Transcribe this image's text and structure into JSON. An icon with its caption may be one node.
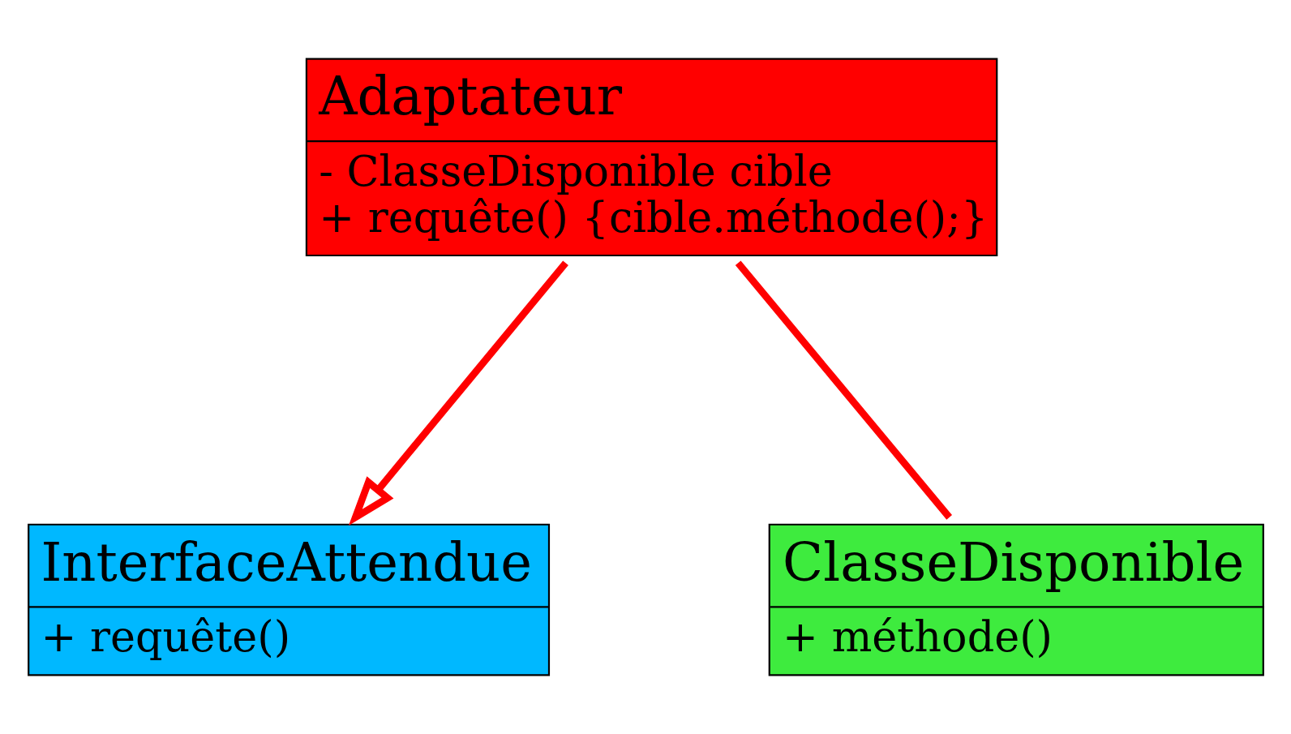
{
  "diagram": {
    "nodes": [
      {
        "text": [
          "InterfaceAttendue",
          "+ requête()"
        ]
      },
      {
        "text": [
          "ClasseDisponible",
          "+ méthode()"
        ]
      },
      {
        "text": [
          "Adaptateur",
          "- ClasseDisponible cible",
          "+ requête() {cible.méthode();}"
        ]
      }
    ],
    "edges": [
      {
        "from": 2,
        "to": 0,
        "arrow": "to"
      },
      {
        "from": 2,
        "to": 1,
        "arrow": "none"
      }
    ]
  }
}
